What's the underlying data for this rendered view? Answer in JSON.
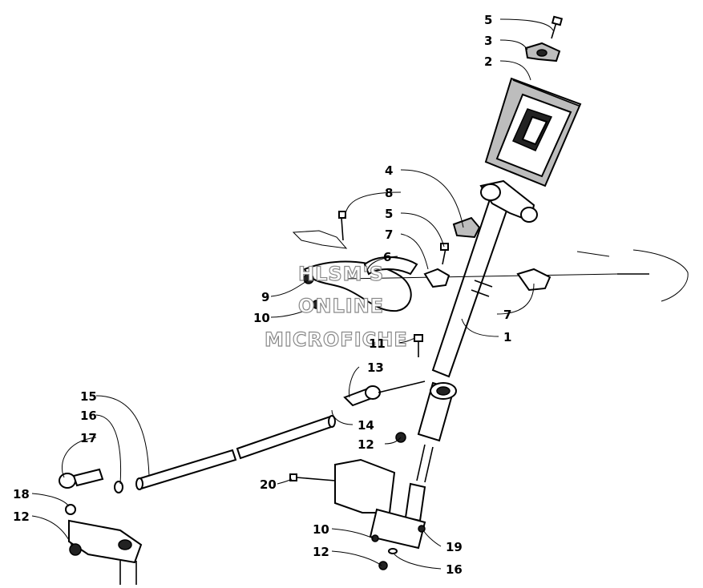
{
  "diagram": {
    "callouts": [
      {
        "id": "c-5-top",
        "text": "5"
      },
      {
        "id": "c-3",
        "text": "3"
      },
      {
        "id": "c-2",
        "text": "2"
      },
      {
        "id": "c-4",
        "text": "4"
      },
      {
        "id": "c-8-top",
        "text": "8"
      },
      {
        "id": "c-5-mid",
        "text": "5"
      },
      {
        "id": "c-7-left",
        "text": "7"
      },
      {
        "id": "c-6",
        "text": "6"
      },
      {
        "id": "c-9",
        "text": "9"
      },
      {
        "id": "c-10-left",
        "text": "10"
      },
      {
        "id": "c-7-right",
        "text": "7"
      },
      {
        "id": "c-1",
        "text": "1"
      },
      {
        "id": "c-11",
        "text": "11"
      },
      {
        "id": "c-13",
        "text": "13"
      },
      {
        "id": "c-15",
        "text": "15"
      },
      {
        "id": "c-16-left",
        "text": "16"
      },
      {
        "id": "c-17",
        "text": "17"
      },
      {
        "id": "c-14",
        "text": "14"
      },
      {
        "id": "c-12-mid",
        "text": "12"
      },
      {
        "id": "c-18",
        "text": "18"
      },
      {
        "id": "c-12-left",
        "text": "12"
      },
      {
        "id": "c-20",
        "text": "20"
      },
      {
        "id": "c-10-bottom",
        "text": "10"
      },
      {
        "id": "c-19",
        "text": "19"
      },
      {
        "id": "c-12-bottom",
        "text": "12"
      },
      {
        "id": "c-16-bottom",
        "text": "16"
      }
    ],
    "watermark": [
      "HLSM'S",
      "ONLINE",
      "MICROFICHE"
    ]
  }
}
